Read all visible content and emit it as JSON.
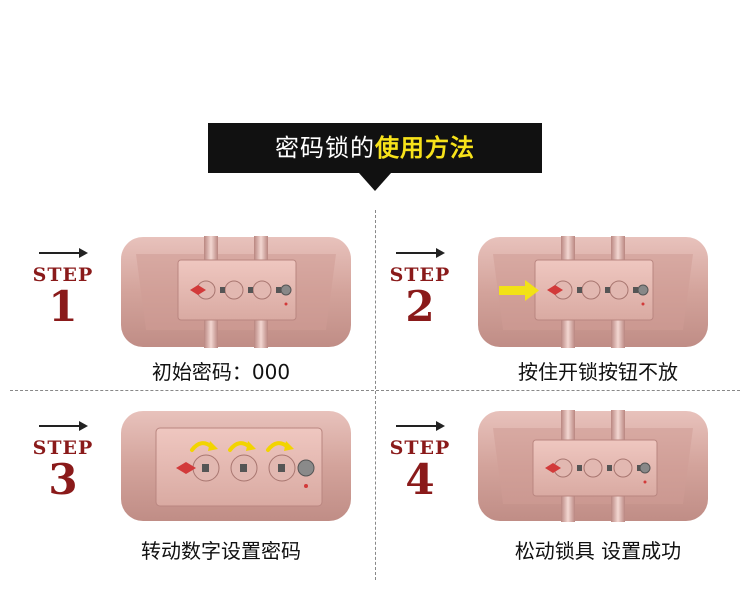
{
  "header": {
    "title_prefix": "密码锁的",
    "title_highlight": "使用方法"
  },
  "steps": [
    {
      "word": "STEP",
      "num": "1",
      "caption": "初始密码：000"
    },
    {
      "word": "STEP",
      "num": "2",
      "caption": "按住开锁按钮不放"
    },
    {
      "word": "STEP",
      "num": "3",
      "caption": "转动数字设置密码"
    },
    {
      "word": "STEP",
      "num": "4",
      "caption": "松动锁具 设置成功"
    }
  ],
  "colors": {
    "step_red": "#8a1a1a",
    "banner_bg": "#111111",
    "highlight_yellow": "#f7e21a",
    "rose_gold": "#d9a9a2"
  }
}
